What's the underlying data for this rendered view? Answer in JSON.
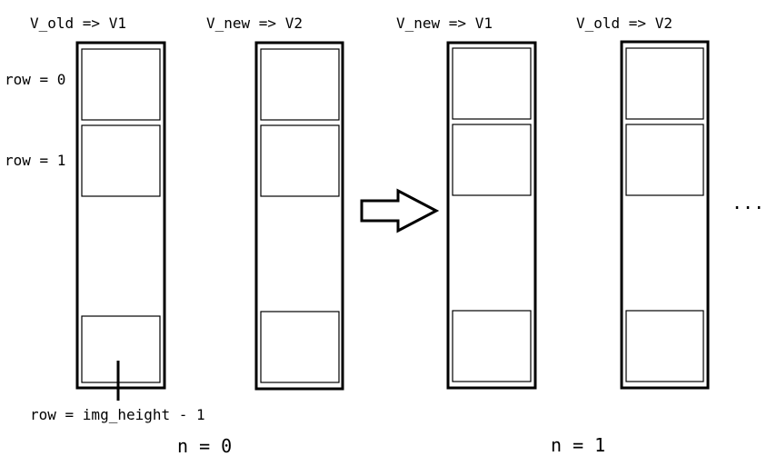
{
  "columns": [
    {
      "header": "V_old => V1"
    },
    {
      "header": "V_new => V2"
    },
    {
      "header": "V_new => V1"
    },
    {
      "header": "V_old => V2"
    }
  ],
  "row_labels": {
    "first": "row = 0",
    "second": "row = 1",
    "last": "row = img_height - 1"
  },
  "steps": {
    "first": "n = 0",
    "second": "n = 1"
  },
  "continuation": "...",
  "colors": {
    "stroke": "#000000",
    "background": "#ffffff"
  }
}
